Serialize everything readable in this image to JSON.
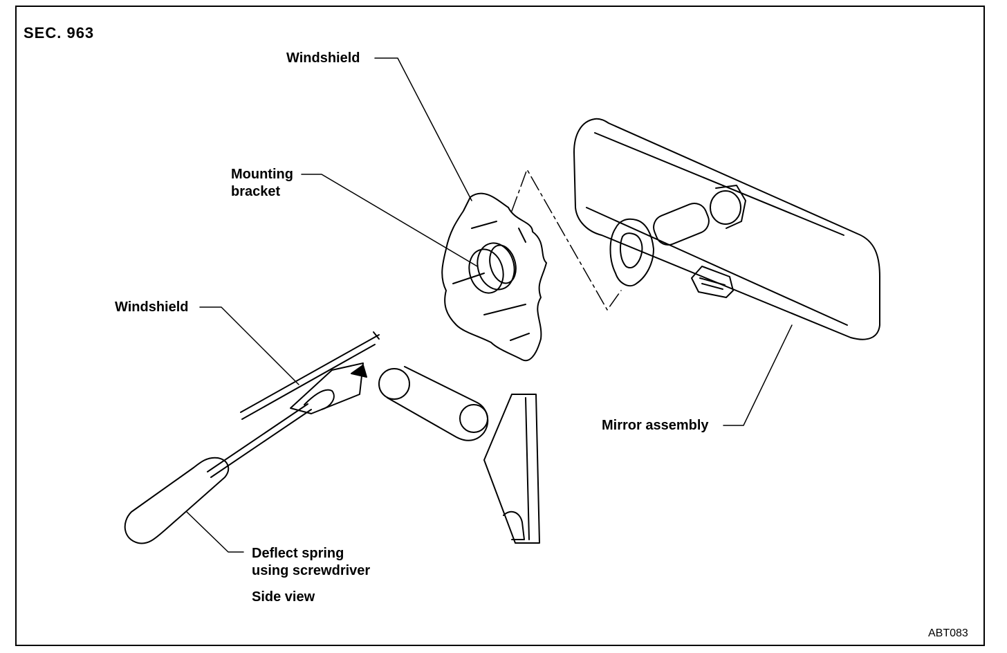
{
  "section": "SEC. 963",
  "labels": {
    "windshield_top": "Windshield",
    "mounting_bracket_line1": "Mounting",
    "mounting_bracket_line2": "bracket",
    "windshield_side": "Windshield",
    "mirror_assembly": "Mirror assembly",
    "deflect_line1": "Deflect spring",
    "deflect_line2": "using screwdriver",
    "side_view": "Side view"
  },
  "figure_code": "ABT083"
}
